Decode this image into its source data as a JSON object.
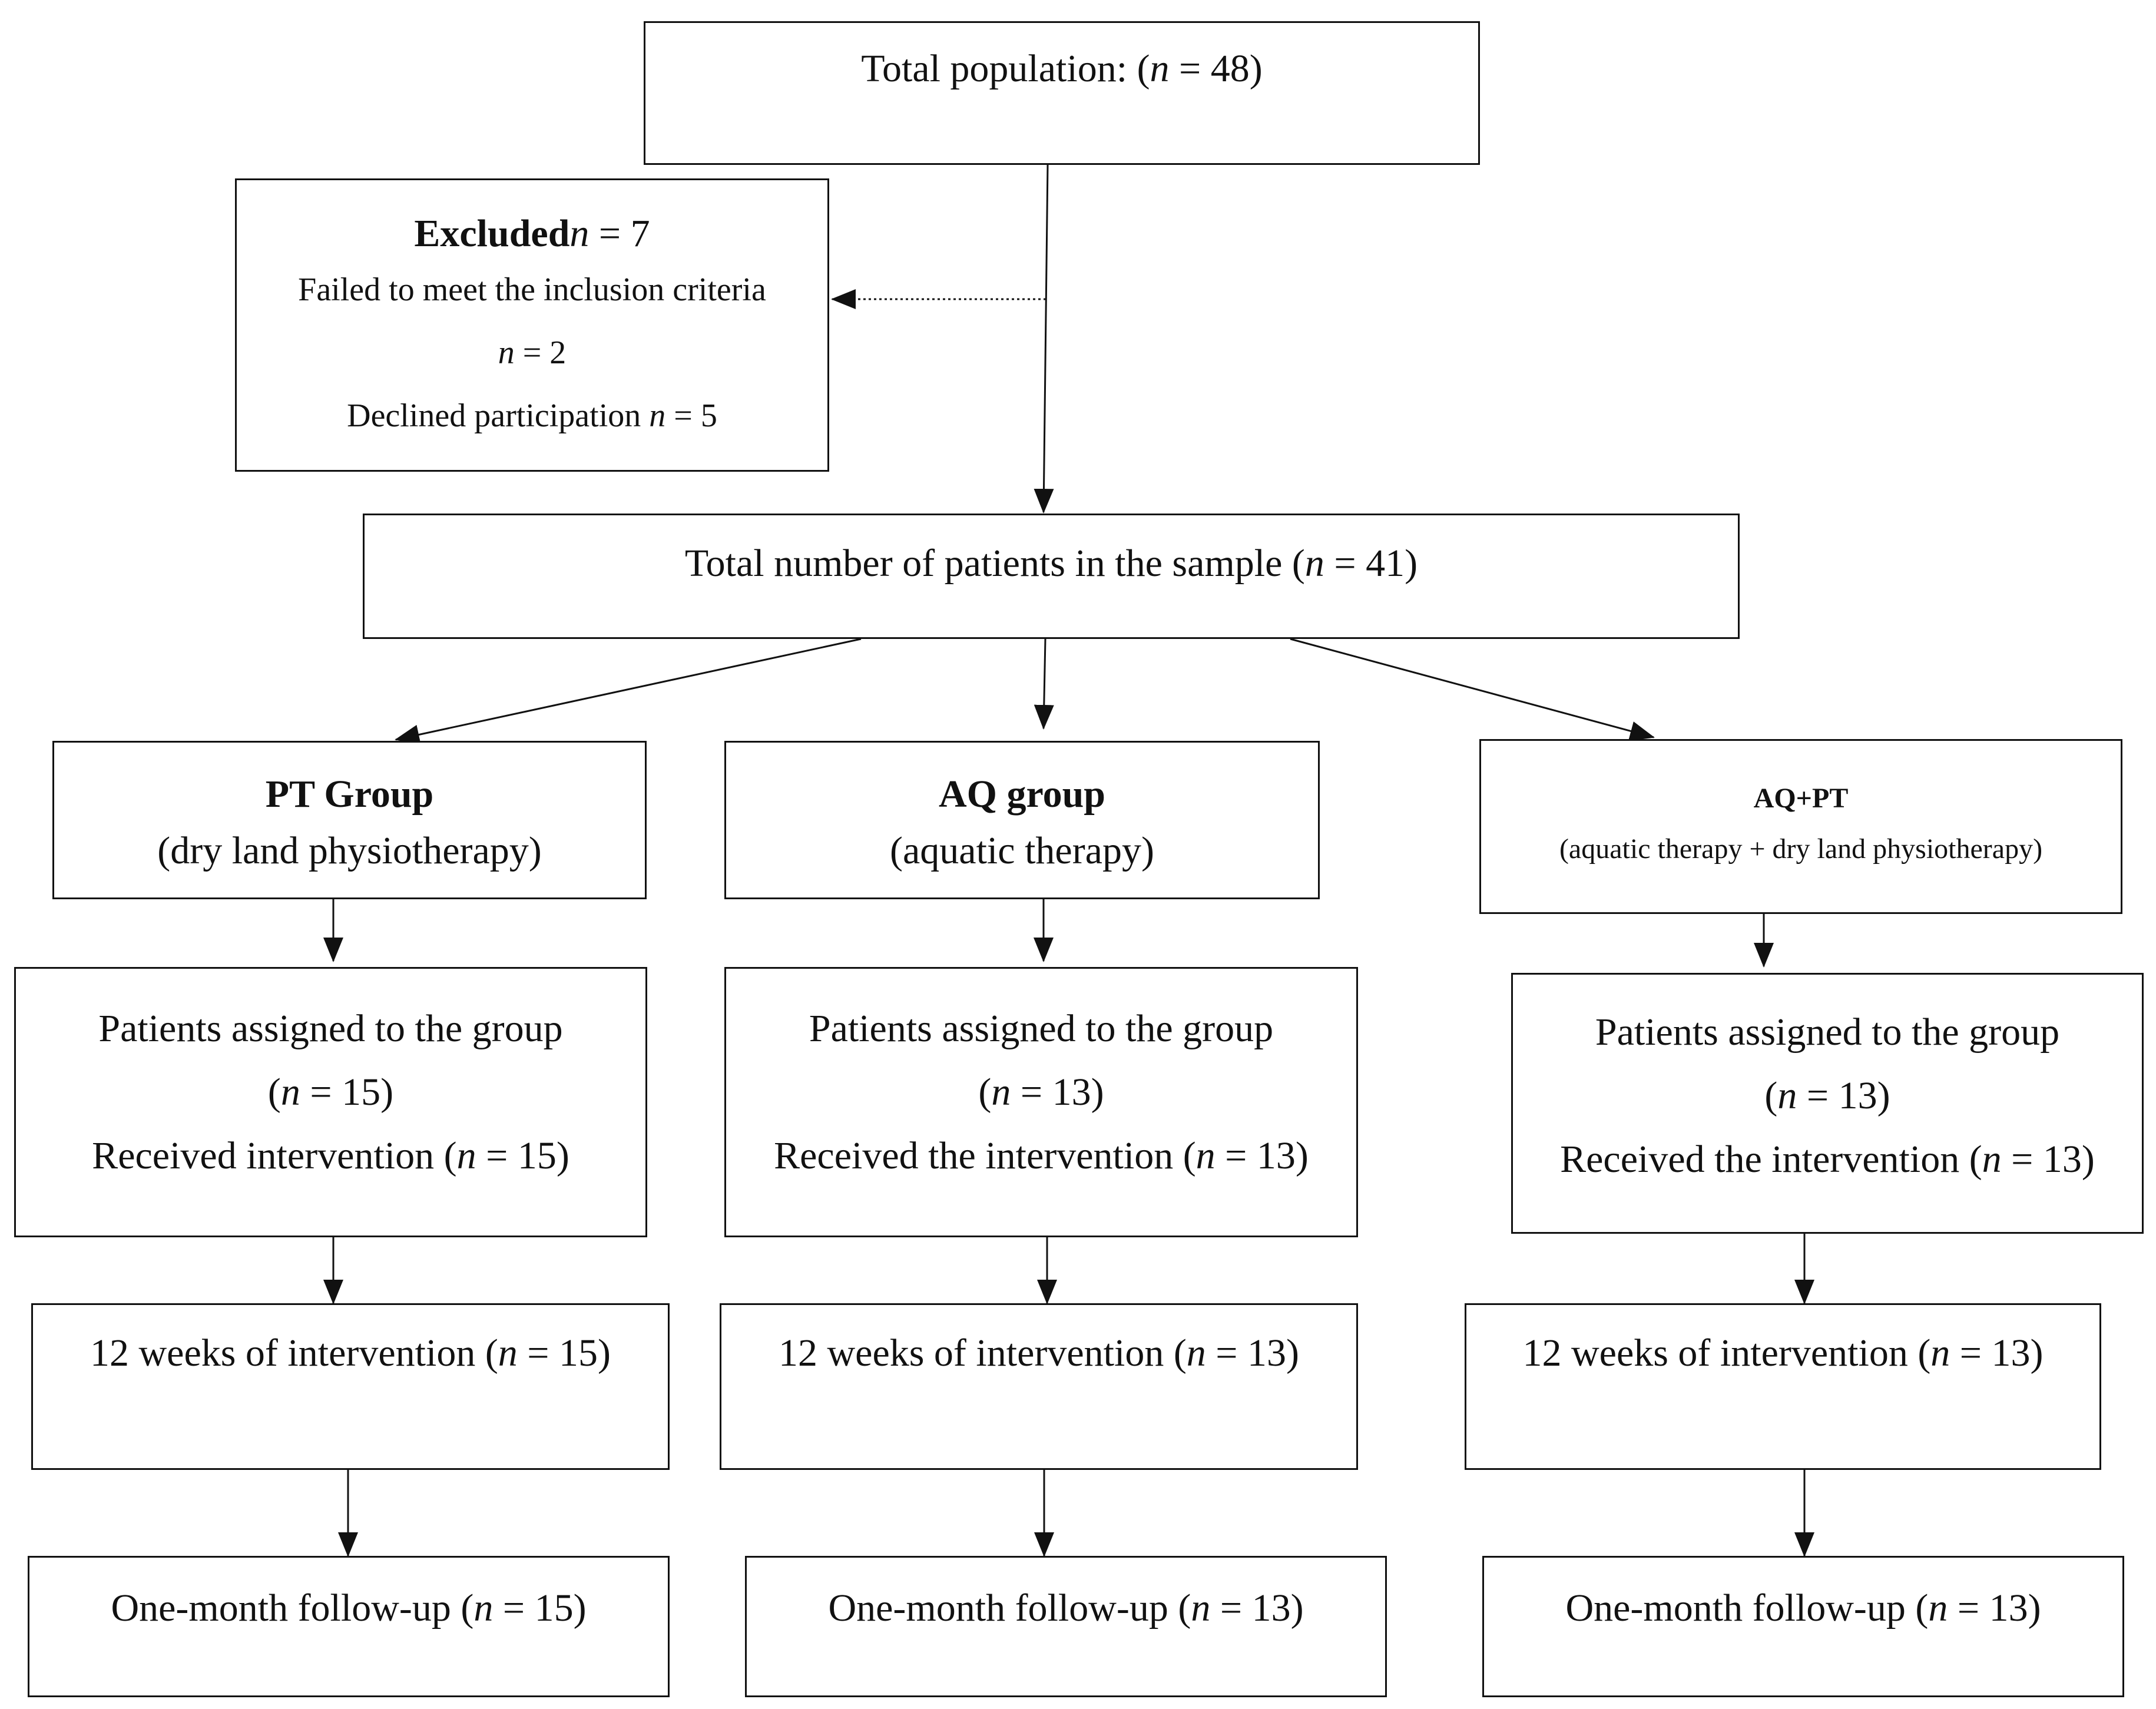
{
  "n_symbol": "n",
  "top": {
    "label": "Total population: (",
    "eq": " = 48)"
  },
  "excluded": {
    "title": "Excluded",
    "title_eq": " = 7",
    "line2": "Failed to meet the inclusion criteria",
    "line3_eq": " = 2",
    "line4": "Declined participation ",
    "line4_eq": " = 5"
  },
  "sample": {
    "label": "Total number of patients in the sample (",
    "eq": " = 41)"
  },
  "groups": [
    {
      "title": "PT Group",
      "subtitle": "(dry land physiotherapy)",
      "assigned": "Patients assigned to the group",
      "assigned_open": "(",
      "assigned_eq": " = 15)",
      "received": "Received intervention (",
      "received_eq": " = 15)",
      "weeks": "12 weeks of intervention (",
      "weeks_eq": " = 15)",
      "followup": "One-month follow-up (",
      "followup_eq": " = 15)"
    },
    {
      "title": "AQ group",
      "subtitle": "(aquatic therapy)",
      "assigned": "Patients assigned to the group",
      "assigned_open": "(",
      "assigned_eq": " = 13)",
      "received": "Received the intervention (",
      "received_eq": " = 13)",
      "weeks": "12 weeks of intervention (",
      "weeks_eq": " = 13)",
      "followup": "One-month follow-up (",
      "followup_eq": " = 13)"
    },
    {
      "title": "AQ+PT",
      "subtitle": "(aquatic therapy + dry land physiotherapy)",
      "assigned": "Patients assigned to the group",
      "assigned_open": "(",
      "assigned_eq": " = 13)",
      "received": "Received the intervention (",
      "received_eq": " = 13)",
      "weeks": "12 weeks of intervention (",
      "weeks_eq": " = 13)",
      "followup": "One-month follow-up (",
      "followup_eq": " = 13)"
    }
  ]
}
